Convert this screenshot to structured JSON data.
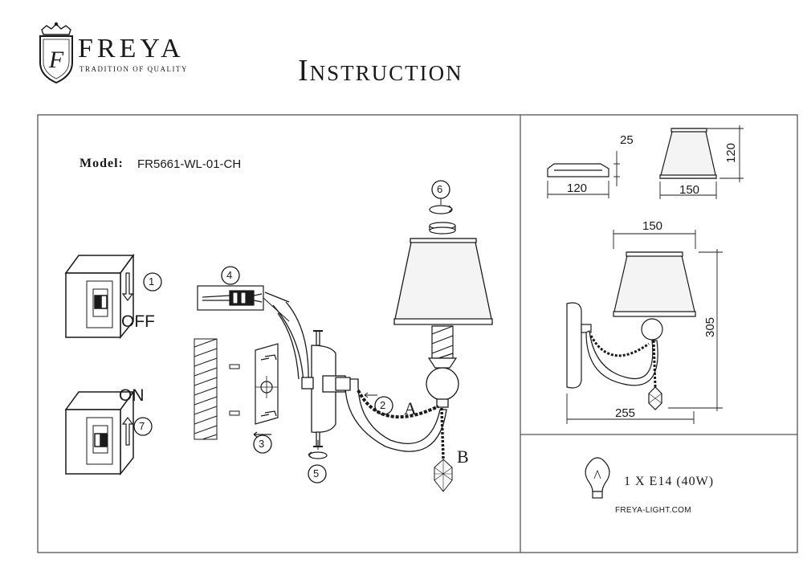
{
  "brand": {
    "name": "FREYA",
    "tagline": "TRADITION OF QUALITY",
    "logo_letter": "F"
  },
  "title": "Instruction",
  "model": {
    "label": "Model:",
    "value": "FR5661-WL-01-CH"
  },
  "steps": [
    "1",
    "2",
    "3",
    "4",
    "5",
    "6",
    "7"
  ],
  "switch": {
    "off_label": "OFF",
    "on_label": "ON"
  },
  "part_letters": [
    "A",
    "B"
  ],
  "dimensions": {
    "base_width": "120",
    "base_height": "25",
    "shade_width": "150",
    "shade_height": "120",
    "lamp_shade_width": "150",
    "lamp_height": "305",
    "lamp_depth": "255"
  },
  "lamp_spec": "1 X E14 (40W)",
  "website": "FREYA-LIGHT.COM",
  "colors": {
    "line": "#1a1a1a",
    "frame": "#555555",
    "shade": "#f4f4f4"
  }
}
